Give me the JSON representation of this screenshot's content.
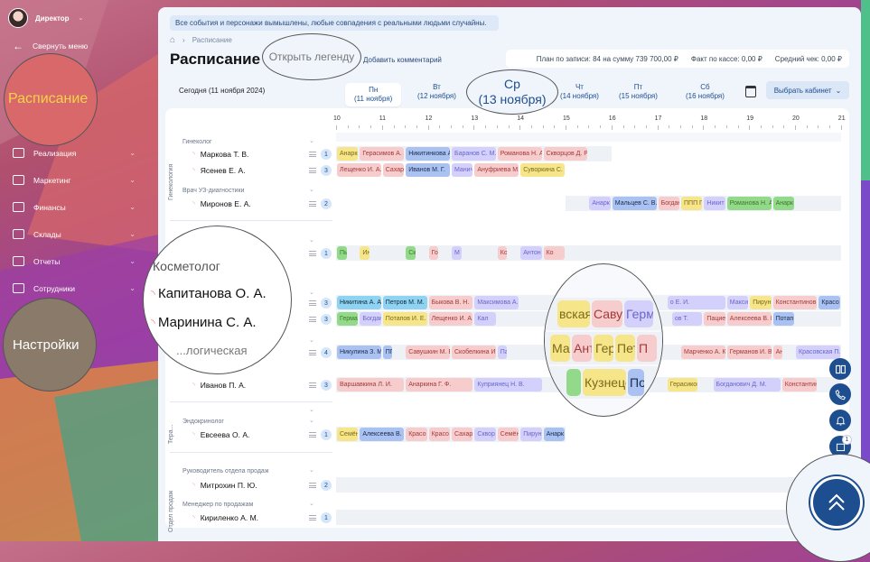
{
  "sidebar": {
    "user": "Директор",
    "collapse": "Свернуть меню",
    "active": "Расписание",
    "items": [
      {
        "label": "Реализация",
        "icon": "cart-icon"
      },
      {
        "label": "Маркетинг",
        "icon": "trend-icon"
      },
      {
        "label": "Финансы",
        "icon": "database-icon"
      },
      {
        "label": "Склады",
        "icon": "clipboard-icon"
      },
      {
        "label": "Отчеты",
        "icon": "pie-chart-icon"
      },
      {
        "label": "Сотрудники",
        "icon": "graduation-cap-icon"
      }
    ],
    "settings": "Настройки"
  },
  "header": {
    "notice": "Все события и персонажи вымышлены, любые совпадения с реальными людьми случайны.",
    "breadcrumb": "Расписание",
    "title": "Расписание",
    "legend": "Открыть легенду",
    "add_comment": "Добавить комментарий",
    "stats": [
      "План по записи: 84 на сумму 739 700,00 ₽",
      "Факт по кассе: 0,00 ₽",
      "Средний чек: 0,00 ₽"
    ],
    "today": "Сегодня (11 ноября 2024)",
    "days": [
      {
        "d": "Пн",
        "date": "(11 ноября)"
      },
      {
        "d": "Вт",
        "date": "(12 ноября)"
      },
      {
        "d": "Ср",
        "date": "(13 ноября)"
      },
      {
        "d": "Чт",
        "date": "(14 ноября)"
      },
      {
        "d": "Пт",
        "date": "(15 ноября)"
      },
      {
        "d": "Сб",
        "date": "(16 ноября)"
      }
    ],
    "cabinet": "Выбрать кабинет"
  },
  "hours": [
    "10",
    "11",
    "12",
    "13",
    "14",
    "15",
    "16",
    "17",
    "18",
    "19",
    "20",
    "21"
  ],
  "groups": [
    "Гинекология",
    "Тера...",
    "Отдел продаж"
  ],
  "categories": [
    "Гинеколог",
    "Врач УЗ-диагностики",
    "Косметолог",
    "...логическая",
    "Эндокринолог",
    "Руководитель отдела продаж",
    "Менеджер по продажам"
  ],
  "rows": [
    {
      "name": "Маркова Т. В.",
      "count": "1",
      "band": [
        10,
        16
      ],
      "appts": [
        {
          "t": "Анаркина",
          "s": 10,
          "e": 10.5,
          "c": "yellow"
        },
        {
          "t": "Герасимов А. А.",
          "s": 10.5,
          "e": 11.5,
          "c": "pink"
        },
        {
          "t": "Никитинкова А.",
          "s": 11.5,
          "e": 12.5,
          "c": "blue"
        },
        {
          "t": "Баранов С. М.",
          "s": 12.5,
          "e": 13.5,
          "c": "purple"
        },
        {
          "t": "Романова Н. А.",
          "s": 13.5,
          "e": 14.5,
          "c": "pink"
        },
        {
          "t": "Скворцов Д. Р.",
          "s": 14.5,
          "e": 15.5,
          "c": "pink"
        }
      ]
    },
    {
      "name": "Ясенев Е. А.",
      "count": "3",
      "band": null,
      "appts": [
        {
          "t": "Лещенко И. А.",
          "s": 10,
          "e": 11,
          "c": "pink"
        },
        {
          "t": "Сахаров",
          "s": 11,
          "e": 11.5,
          "c": "pink"
        },
        {
          "t": "Иванов М. Г.",
          "s": 11.5,
          "e": 12.5,
          "c": "blue"
        },
        {
          "t": "Манич",
          "s": 12.5,
          "e": 13,
          "c": "purple"
        },
        {
          "t": "Ануфриева М.",
          "s": 13,
          "e": 14,
          "c": "pink"
        },
        {
          "t": "Суворкина С.",
          "s": 14,
          "e": 15,
          "c": "yellow"
        }
      ]
    },
    {
      "name": "Миронов Е. А.",
      "count": "2",
      "band": [
        15,
        21
      ],
      "appts": [
        {
          "t": "Анарк",
          "s": 15.5,
          "e": 16,
          "c": "purple"
        },
        {
          "t": "Мальцев С. В.",
          "s": 16,
          "e": 17,
          "c": "blue"
        },
        {
          "t": "Богдан",
          "s": 17,
          "e": 17.5,
          "c": "pink"
        },
        {
          "t": "ППП П",
          "s": 17.5,
          "e": 18,
          "c": "yellow"
        },
        {
          "t": "Никит",
          "s": 18,
          "e": 18.5,
          "c": "purple"
        },
        {
          "t": "Романова Н. А.",
          "s": 18.5,
          "e": 19.5,
          "c": "green"
        },
        {
          "t": "Анарк",
          "s": 19.5,
          "e": 20,
          "c": "green"
        }
      ]
    },
    {
      "name": "",
      "count": "1",
      "band": [
        10,
        21
      ],
      "appts": [
        {
          "t": "Пь",
          "s": 10,
          "e": 10.25,
          "c": "green"
        },
        {
          "t": "Ин",
          "s": 10.5,
          "e": 10.75,
          "c": "yellow"
        },
        {
          "t": "Ск",
          "s": 11.5,
          "e": 11.75,
          "c": "green"
        },
        {
          "t": "Го",
          "s": 12,
          "e": 12.25,
          "c": "pink"
        },
        {
          "t": "М",
          "s": 12.5,
          "e": 12.75,
          "c": "purple"
        },
        {
          "t": "Ко",
          "s": 13.5,
          "e": 13.75,
          "c": "pink"
        },
        {
          "t": "Антон",
          "s": 14,
          "e": 14.5,
          "c": "purple"
        },
        {
          "t": "Ко",
          "s": 14.5,
          "e": 15,
          "c": "pink"
        }
      ]
    },
    {
      "name": "Капитанова О. А.",
      "count": "3",
      "band": [
        10,
        21
      ],
      "appts": [
        {
          "t": "Никитина А. А.",
          "s": 10,
          "e": 11,
          "c": "cyan"
        },
        {
          "t": "Петров М. М.",
          "s": 11,
          "e": 12,
          "c": "cyan"
        },
        {
          "t": "Быкова В. Н.",
          "s": 12,
          "e": 13,
          "c": "pink"
        },
        {
          "t": "Максимова А.",
          "s": 13,
          "e": 14,
          "c": "purple"
        },
        {
          "t": "о Е. И.",
          "s": 17.2,
          "e": 18.5,
          "c": "purple"
        },
        {
          "t": "Макси",
          "s": 18.5,
          "e": 19,
          "c": "purple"
        },
        {
          "t": "Пирун",
          "s": 19,
          "e": 19.5,
          "c": "yellow"
        },
        {
          "t": "Константинов",
          "s": 19.5,
          "e": 20.5,
          "c": "pink"
        },
        {
          "t": "Красо",
          "s": 20.5,
          "e": 21,
          "c": "blue"
        }
      ]
    },
    {
      "name": "Маринина С. А.",
      "count": "3",
      "band": [
        10,
        21
      ],
      "appts": [
        {
          "t": "Герма",
          "s": 10,
          "e": 10.5,
          "c": "green"
        },
        {
          "t": "Богдан",
          "s": 10.5,
          "e": 11,
          "c": "purple"
        },
        {
          "t": "Потапов И. Е.",
          "s": 11,
          "e": 12,
          "c": "yellow"
        },
        {
          "t": "Лещенко И. А.",
          "s": 12,
          "e": 13,
          "c": "pink"
        },
        {
          "t": "Кал",
          "s": 13,
          "e": 13.5,
          "c": "purple"
        },
        {
          "t": "ов Т.",
          "s": 17.3,
          "e": 18,
          "c": "purple"
        },
        {
          "t": "Пацие",
          "s": 18,
          "e": 18.5,
          "c": "pink"
        },
        {
          "t": "Алексеева В. В.",
          "s": 18.5,
          "e": 19.5,
          "c": "pink"
        },
        {
          "t": "Потап",
          "s": 19.5,
          "e": 20,
          "c": "blue"
        }
      ]
    },
    {
      "name": "",
      "count": "4",
      "band": [
        10,
        21
      ],
      "appts": [
        {
          "t": "Никулина З. М.",
          "s": 10,
          "e": 11,
          "c": "blue"
        },
        {
          "t": "ПГ",
          "s": 11,
          "e": 11.25,
          "c": "blue"
        },
        {
          "t": "Савушкин М. Е.",
          "s": 11.5,
          "e": 12.5,
          "c": "pink"
        },
        {
          "t": "Скобелкина И.",
          "s": 12.5,
          "e": 13.5,
          "c": "pink"
        },
        {
          "t": "Па",
          "s": 13.5,
          "e": 13.75,
          "c": "purple"
        },
        {
          "t": "Марченко А. К.",
          "s": 17.5,
          "e": 18.5,
          "c": "pink"
        },
        {
          "t": "Германов И. В.",
          "s": 18.5,
          "e": 19.5,
          "c": "pink"
        },
        {
          "t": "Ан",
          "s": 19.5,
          "e": 19.75,
          "c": "pink"
        },
        {
          "t": "Красовская П.",
          "s": 20,
          "e": 21,
          "c": "purple"
        }
      ]
    },
    {
      "name": "Иванов П. А.",
      "count": "3",
      "band": [
        10,
        21
      ],
      "appts": [
        {
          "t": "Варшавкина Л. И.",
          "s": 10,
          "e": 11.5,
          "c": "pink"
        },
        {
          "t": "Анаркина Г. Ф.",
          "s": 11.5,
          "e": 13,
          "c": "pink"
        },
        {
          "t": "Куприянец Н. В.",
          "s": 13,
          "e": 14.5,
          "c": "purple"
        },
        {
          "t": "Герасиков",
          "s": 17.2,
          "e": 17.9,
          "c": "yellow"
        },
        {
          "t": "Богданович Д. М.",
          "s": 18.2,
          "e": 19.7,
          "c": "purple"
        },
        {
          "t": "Константинов",
          "s": 19.7,
          "e": 20.5,
          "c": "pink"
        }
      ]
    },
    {
      "name": "Евсеева О. А.",
      "count": "1",
      "band": [
        10,
        15
      ],
      "appts": [
        {
          "t": "Семён",
          "s": 10,
          "e": 10.5,
          "c": "yellow"
        },
        {
          "t": "Алексеева В. В.",
          "s": 10.5,
          "e": 11.5,
          "c": "blue"
        },
        {
          "t": "Красо",
          "s": 11.5,
          "e": 12,
          "c": "pink"
        },
        {
          "t": "Красо",
          "s": 12,
          "e": 12.5,
          "c": "pink"
        },
        {
          "t": "Сахар",
          "s": 12.5,
          "e": 13,
          "c": "pink"
        },
        {
          "t": "Сквор",
          "s": 13,
          "e": 13.5,
          "c": "purple"
        },
        {
          "t": "Семён",
          "s": 13.5,
          "e": 14,
          "c": "pink"
        },
        {
          "t": "Пирун",
          "s": 14,
          "e": 14.5,
          "c": "purple"
        },
        {
          "t": "Анарк",
          "s": 14.5,
          "e": 15,
          "c": "blue"
        }
      ]
    },
    {
      "name": "Митрохин П. Ю.",
      "count": "2",
      "band": [
        10,
        21
      ],
      "appts": []
    },
    {
      "name": "Кириленко А. М.",
      "count": "1",
      "band": [
        10,
        21
      ],
      "appts": []
    }
  ],
  "magnifier": {
    "appts_row1": [
      {
        "t": "вская П.",
        "c": "yellow"
      },
      {
        "t": "Савуш",
        "c": "pink"
      },
      {
        "t": "Герма",
        "c": "purple"
      }
    ],
    "appts_row2": [
      {
        "t": "Ма",
        "c": "yellow"
      },
      {
        "t": "Антон",
        "c": "pink"
      },
      {
        "t": "Гераси",
        "c": "yellow"
      },
      {
        "t": "Петро",
        "c": "yellow"
      },
      {
        "t": "П",
        "c": "pink"
      }
    ],
    "appts_row3": [
      {
        "t": "",
        "c": "green"
      },
      {
        "t": "Кузнецов А. А.",
        "c": "yellow"
      },
      {
        "t": "По",
        "c": "blue"
      }
    ]
  },
  "notifications_badge": "1"
}
